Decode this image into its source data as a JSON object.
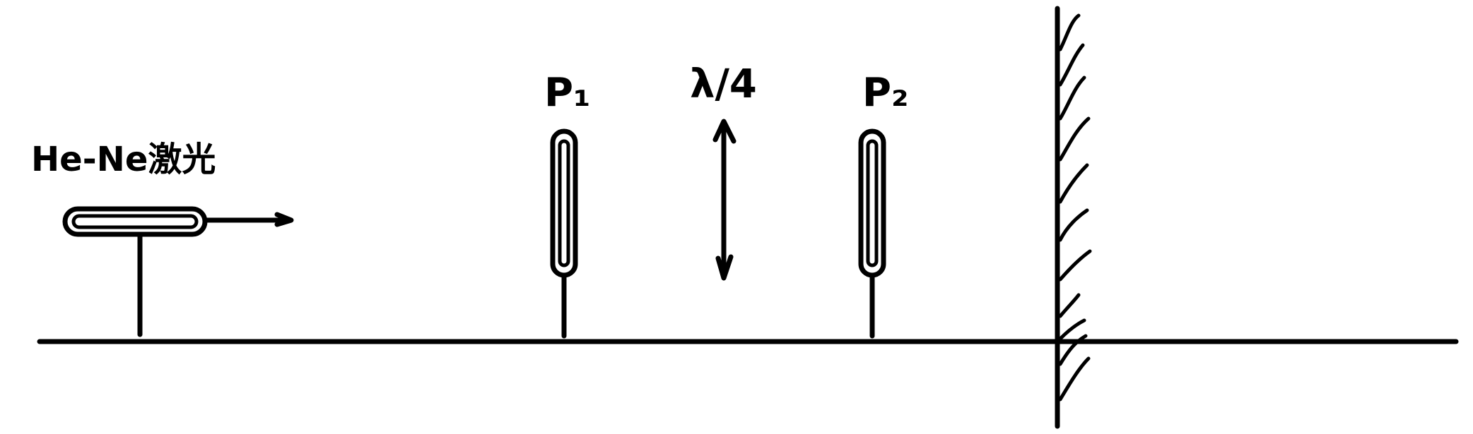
{
  "labels": {
    "laser": "He-Ne激光",
    "polarizer_1": "P₁",
    "quarter_wave_plate": "λ/4",
    "polarizer_2": "P₂"
  },
  "colors": {
    "ink": "#000000",
    "background": "#ffffff"
  }
}
